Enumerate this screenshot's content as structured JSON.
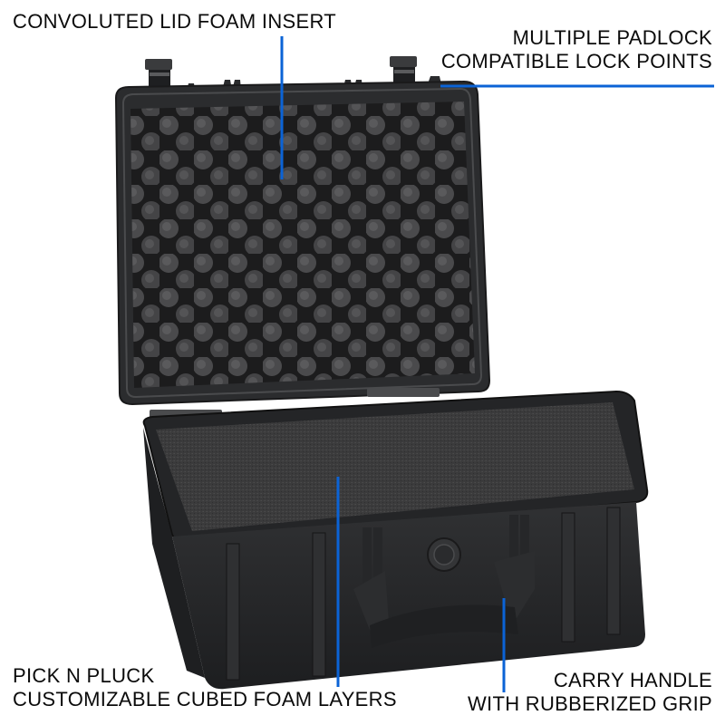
{
  "image": {
    "subject": "black hard protective carrying case, lid open",
    "background": "#ffffff",
    "callout_color": "#0b63d6",
    "case_color": "#2a2b2d",
    "foam_color": "#3a3a3b"
  },
  "callouts": [
    {
      "id": "lid-foam",
      "lines": [
        "CONVOLUTED LID FOAM INSERT"
      ],
      "position": "top-left"
    },
    {
      "id": "lock-points",
      "lines": [
        "MULTIPLE PADLOCK",
        "COMPATIBLE LOCK POINTS"
      ],
      "position": "top-right"
    },
    {
      "id": "cubed-foam",
      "lines": [
        "PICK N PLUCK",
        "CUSTOMIZABLE CUBED FOAM LAYERS"
      ],
      "position": "bottom-left"
    },
    {
      "id": "carry-handle",
      "lines": [
        "CARRY HANDLE",
        "WITH RUBBERIZED GRIP"
      ],
      "position": "bottom-right"
    }
  ]
}
